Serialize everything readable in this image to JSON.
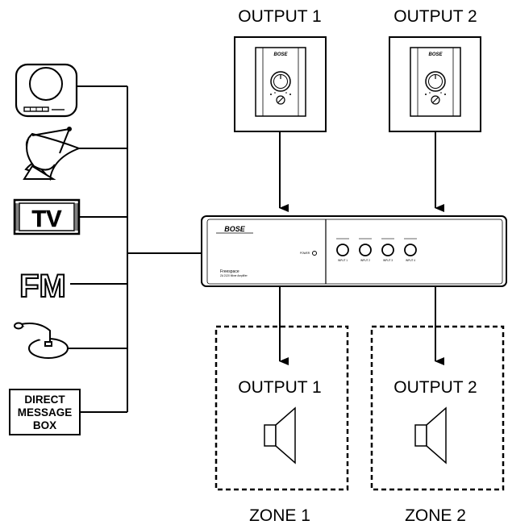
{
  "wall_controls": {
    "output1": {
      "label": "OUTPUT 1",
      "brand": "BOSE"
    },
    "output2": {
      "label": "OUTPUT 2",
      "brand": "BOSE"
    }
  },
  "amplifier": {
    "brand": "BOSE",
    "model": "Freespace",
    "description": "ZA 2120 Mixer Amplifier",
    "power_label": "POWER",
    "knob_labels": [
      "INPUT 1",
      "INPUT 2",
      "INPUT 3",
      "INPUT 4"
    ]
  },
  "sources": {
    "tv_label": "TV",
    "fm_label": "FM",
    "direct_message_box": [
      "DIRECT",
      "MESSAGE",
      "BOX"
    ]
  },
  "zones": {
    "zone1": {
      "output_label": "OUTPUT 1",
      "zone_label": "ZONE 1"
    },
    "zone2": {
      "output_label": "OUTPUT 2",
      "zone_label": "ZONE 2"
    }
  }
}
